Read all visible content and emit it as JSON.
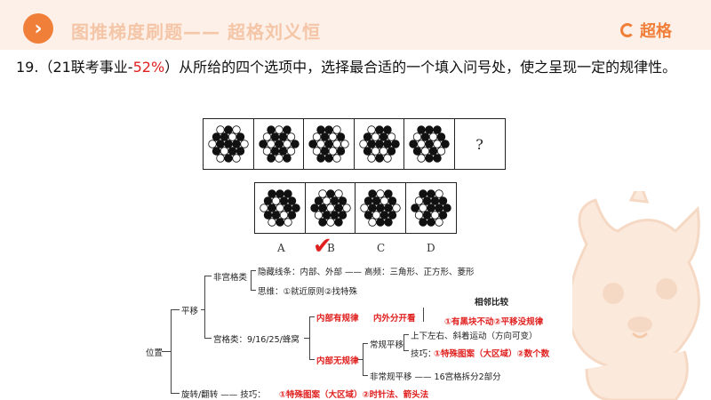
{
  "banner": {
    "title": "图推梯度刷题—— 超格刘义恒",
    "brand": "超格"
  },
  "question": {
    "text_before": "19.（21联考事业-",
    "percent": "52%",
    "text_after": "）从所给的四个选项中，选择最合适的一个填入问号处，使之呈现一定的规律性。"
  },
  "figure": {
    "question_mark": "?",
    "options": [
      "A",
      "B",
      "C",
      "D"
    ],
    "answer": "B"
  },
  "tree": {
    "root": "位置",
    "pingyi": "平移",
    "feigong": "非宫格类",
    "yincang": "隐藏线条：内部、外部 —— 高频：三角形、正方形、菱形",
    "siwei": "思维：①就近原则②找特殊",
    "gongge": "宫格类：9/16/25/蜂窝",
    "neibu_youguilv": "内部有规律",
    "neiwai": "内外分开看",
    "xianglin": "相邻比较",
    "xianglin_detail": "①有黑块不动②平移没规律",
    "neibu_wuguilv": "内部无规律",
    "changgui": "常规平移",
    "shangxia": "上下左右、斜着运动（方向可变）",
    "jiqiao_label": "技巧：",
    "jiqiao_detail": "①特殊图案（大区域）②数个数",
    "feichanggui": "非常规平移 —— 16宫格拆分2部分",
    "xuanzhuan": "旋转/翻转 —— 技巧：",
    "xuanzhuan_detail": "①特殊图案（大区域）②时针法、箭头法"
  }
}
